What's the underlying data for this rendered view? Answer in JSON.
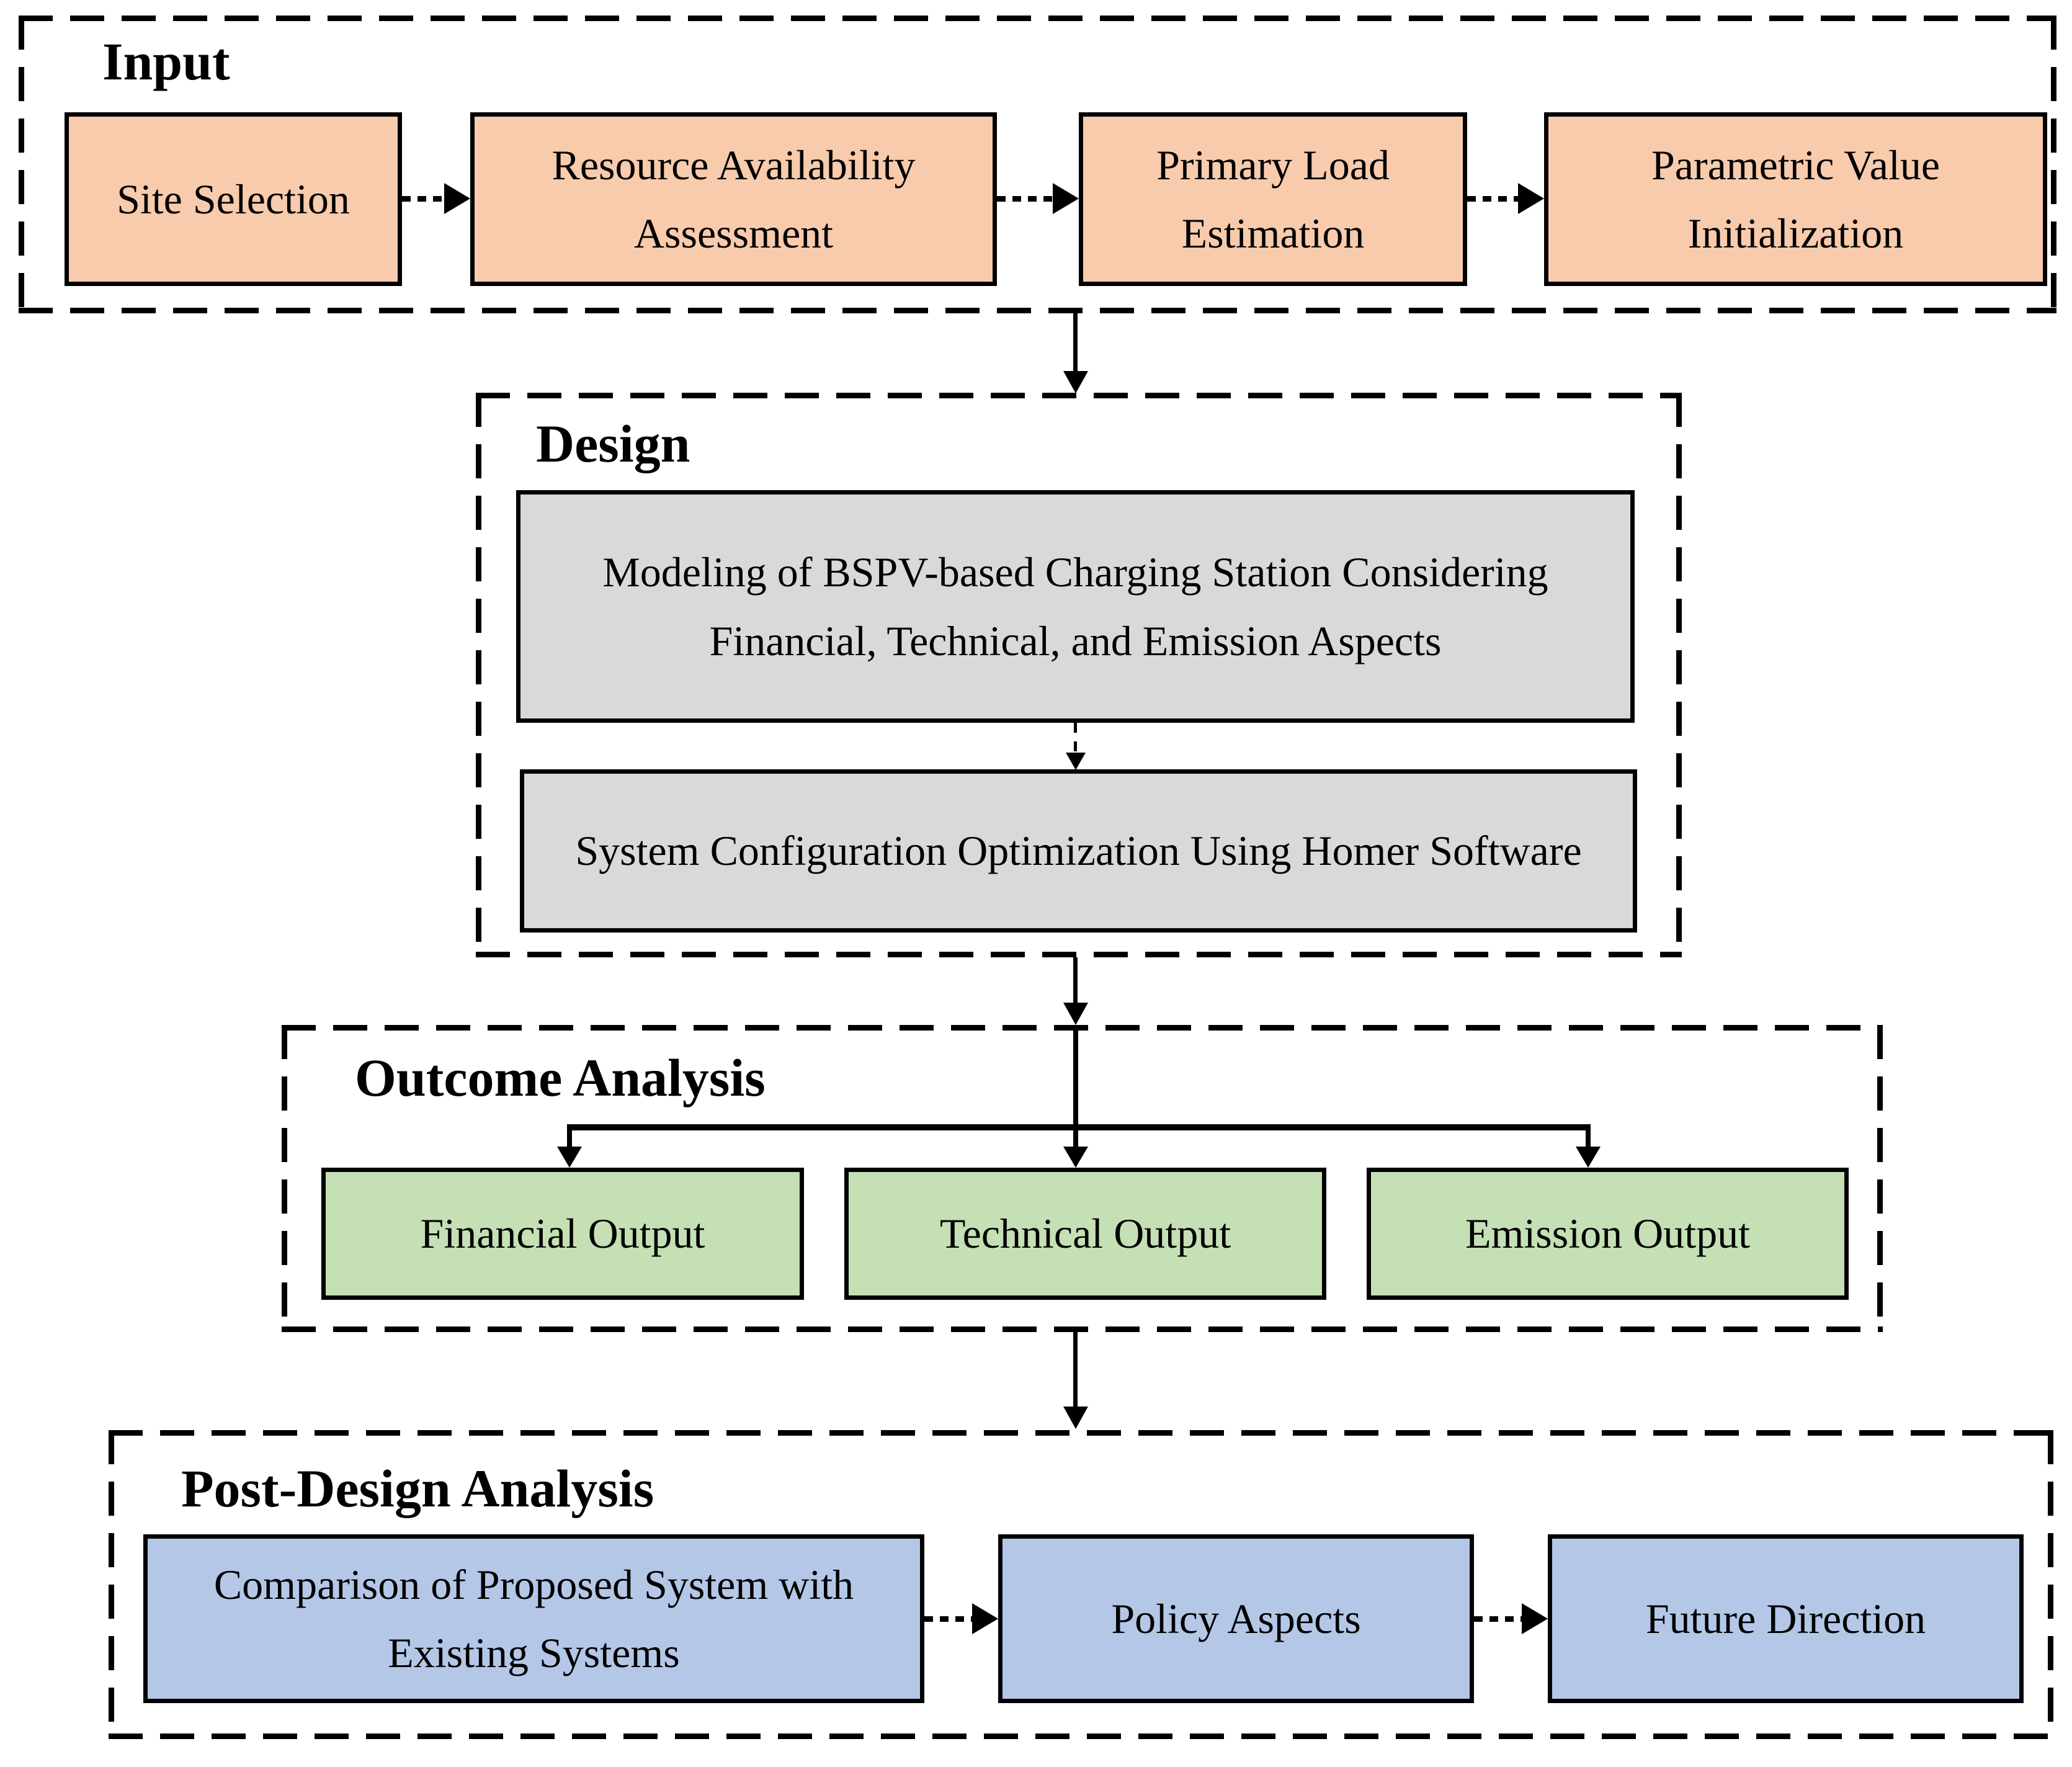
{
  "colors": {
    "input_box": "#F8CBAD",
    "design_box": "#D9D9D9",
    "outcome_box": "#C5E0B4",
    "post_design_box": "#B4C7E7",
    "border": "#000000",
    "background": "#FFFFFF"
  },
  "sections": {
    "input": {
      "title": "Input",
      "boxes": [
        "Site Selection",
        "Resource Availability Assessment",
        "Primary Load Estimation",
        "Parametric Value Initialization"
      ]
    },
    "design": {
      "title": "Design",
      "boxes": [
        "Modeling of BSPV-based Charging Station Considering Financial, Technical, and Emission Aspects",
        "System Configuration Optimization Using Homer Software"
      ]
    },
    "outcome": {
      "title": "Outcome Analysis",
      "boxes": [
        "Financial Output",
        "Technical Output",
        "Emission Output"
      ]
    },
    "post_design": {
      "title": "Post-Design Analysis",
      "boxes": [
        "Comparison of Proposed System with Existing Systems",
        "Policy Aspects",
        "Future Direction"
      ]
    }
  }
}
